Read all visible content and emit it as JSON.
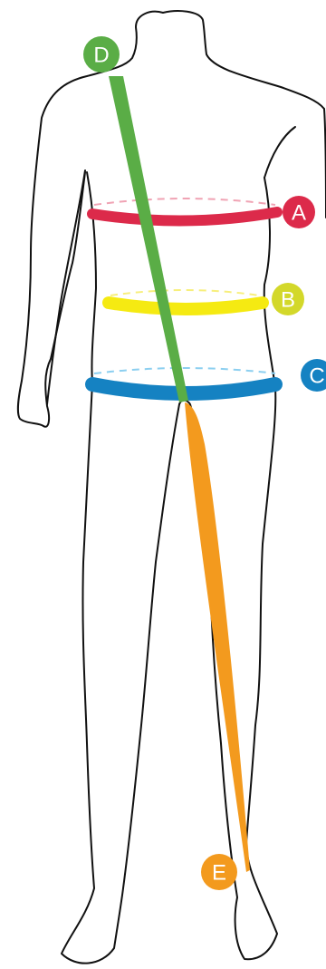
{
  "figure": {
    "outline_color": "#111111",
    "measurements": [
      {
        "id": "chest",
        "label": "A",
        "color": "#dc2a4a",
        "guide_color": "#f0a3b4"
      },
      {
        "id": "waist",
        "label": "B",
        "color": "#f5ea12",
        "guide_color": "#f7ef7c"
      },
      {
        "id": "hips",
        "label": "C",
        "color": "#1582c2",
        "guide_color": "#8ccff0"
      },
      {
        "id": "shoulder-to-crotch",
        "label": "D",
        "color": "#5aad46"
      },
      {
        "id": "inseam",
        "label": "E",
        "color": "#f39a1e"
      }
    ]
  }
}
